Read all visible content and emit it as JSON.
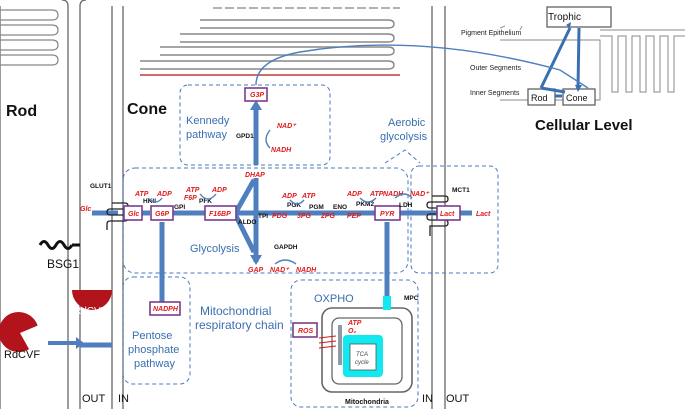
{
  "cells": {
    "rod": "Rod",
    "cone": "Cone"
  },
  "level": {
    "title": "Cellular Level",
    "trophic": "Trophic",
    "pigment": "Pigment Epithelium",
    "outer": "Outer Segments",
    "inner": "Inner Segments",
    "rod": "Rod",
    "cone": "Cone"
  },
  "regions": {
    "kennedy": "Kennedy\npathway",
    "aerobic": "Aerobic\nglycolysis",
    "glycolysis": "Glycolysis",
    "pentose": "Pentose\nphosphate\npathway",
    "mito_chain": "Mitochondrial\nrespiratory chain",
    "oxpho": "OXPHO",
    "mitochondria": "Mitochondria"
  },
  "boxes": {
    "g3p": "G3P",
    "glc": "Glc",
    "g6p": "G6P",
    "f16bp": "F16BP",
    "pyr": "PYR",
    "lact": "Lact",
    "nadph": "NADPH",
    "ros": "ROS",
    "tca": "TCA\ncycle"
  },
  "metabolites": {
    "dhap": "DHAP",
    "gap": "GAP",
    "f6p": "F6P",
    "pdg": "PDG",
    "pg3": "3PG",
    "pg2": "2PG",
    "pep": "PEP",
    "glc_out": "Glc",
    "lact_out": "Lact",
    "nad_k": "NAD⁺",
    "nadh_k": "NADH",
    "nad_gap": "NAD⁺",
    "nadh_gap": "NADH",
    "nadh_ldh": "NADH",
    "nad_ldh": "NAD⁺"
  },
  "cofactors": {
    "atp1": "ATP",
    "adp1": "ADP",
    "atp2": "ATP",
    "adp2": "ADP",
    "adp3": "ADP",
    "atp3": "ATP",
    "adp4": "ADP",
    "atp4": "ATP",
    "atp_m": "ATP",
    "o2": "O₂"
  },
  "enzymes": {
    "glut1": "GLUT1",
    "hkii": "HKII",
    "gpi": "GPI",
    "pfk": "PFK",
    "aldo": "ALDO",
    "tpi": "TPI",
    "pgk": "PGK",
    "pgm": "PGM",
    "eno": "ENO",
    "pkm2": "PKM2",
    "ldh": "LDH",
    "mct1": "MCT1",
    "gpd1": "GPD1",
    "gapdh": "GAPDH",
    "mpc": "MPC"
  },
  "receptors": {
    "bsg1": "BSG1",
    "rdcvf_bound": "RdCVF",
    "rdcvf_free": "RdCVF"
  },
  "sides": {
    "out_left": "OUT",
    "in_left": "IN",
    "in_right": "IN",
    "out_right": "OUT"
  }
}
